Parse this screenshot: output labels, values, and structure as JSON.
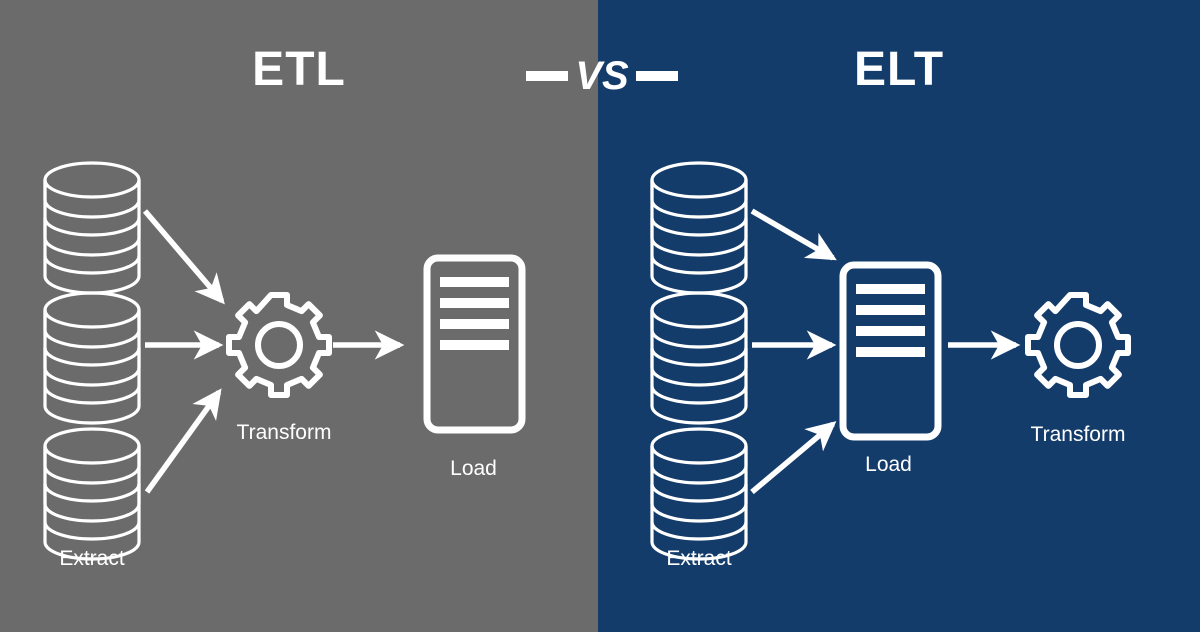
{
  "diagram": {
    "title_concept": "ETL vs ELT",
    "divider": {
      "text": "VS",
      "left_dash": "",
      "right_dash": ""
    },
    "colors": {
      "left_panel_bg": "#6b6b6b",
      "right_panel_bg": "#133c6b",
      "stroke": "#ffffff",
      "text": "#ffffff"
    }
  },
  "left_panel": {
    "title": "ETL",
    "background": "#6b6b6b",
    "nodes": [
      {
        "id": "db-top",
        "icon": "database-cylinder-icon",
        "label": ""
      },
      {
        "id": "db-middle",
        "icon": "database-cylinder-icon",
        "label": ""
      },
      {
        "id": "db-bottom",
        "icon": "database-cylinder-icon",
        "label": "Extract"
      },
      {
        "id": "transform",
        "icon": "gear-icon",
        "label": "Transform"
      },
      {
        "id": "load",
        "icon": "server-icon",
        "label": "Load"
      }
    ],
    "labels": {
      "extract": "Extract",
      "transform": "Transform",
      "load": "Load"
    },
    "flow": [
      "Extract",
      "Transform",
      "Load"
    ]
  },
  "right_panel": {
    "title": "ELT",
    "background": "#133c6b",
    "nodes": [
      {
        "id": "db-top",
        "icon": "database-cylinder-icon",
        "label": ""
      },
      {
        "id": "db-middle",
        "icon": "database-cylinder-icon",
        "label": ""
      },
      {
        "id": "db-bottom",
        "icon": "database-cylinder-icon",
        "label": "Extract"
      },
      {
        "id": "load",
        "icon": "server-icon",
        "label": "Load"
      },
      {
        "id": "transform",
        "icon": "gear-icon",
        "label": "Transform"
      }
    ],
    "labels": {
      "extract": "Extract",
      "load": "Load",
      "transform": "Transform"
    },
    "flow": [
      "Extract",
      "Load",
      "Transform"
    ]
  }
}
